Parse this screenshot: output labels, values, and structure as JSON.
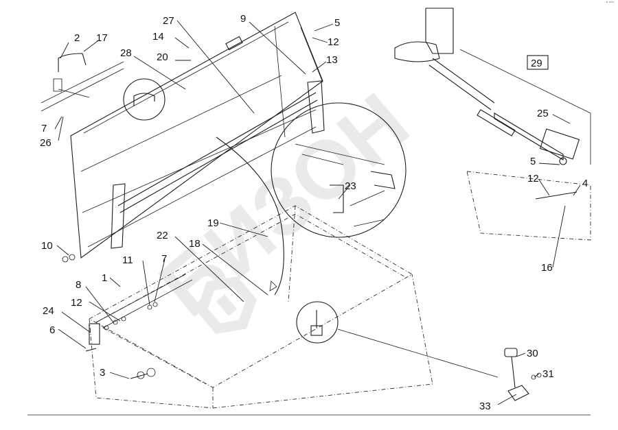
{
  "watermark": {
    "text": "БИЗОН",
    "color": "#d9d9d9"
  },
  "corner_mark": "ᵃᵗ ʷʷʷ",
  "ink_color": "#1a1a1a",
  "callouts": [
    {
      "id": "c2",
      "text": "2"
    },
    {
      "id": "c17",
      "text": "17"
    },
    {
      "id": "c28",
      "text": "28"
    },
    {
      "id": "c14",
      "text": "14"
    },
    {
      "id": "c20",
      "text": "20"
    },
    {
      "id": "c27",
      "text": "27"
    },
    {
      "id": "c9",
      "text": "9"
    },
    {
      "id": "c5a",
      "text": "5"
    },
    {
      "id": "c12a",
      "text": "12"
    },
    {
      "id": "c13",
      "text": "13"
    },
    {
      "id": "c7a",
      "text": "7"
    },
    {
      "id": "c26",
      "text": "26"
    },
    {
      "id": "c29",
      "text": "29"
    },
    {
      "id": "c25",
      "text": "25"
    },
    {
      "id": "c5b",
      "text": "5"
    },
    {
      "id": "c12b",
      "text": "12"
    },
    {
      "id": "c4",
      "text": "4"
    },
    {
      "id": "c16",
      "text": "16"
    },
    {
      "id": "c23",
      "text": "23"
    },
    {
      "id": "c19",
      "text": "19"
    },
    {
      "id": "c22",
      "text": "22"
    },
    {
      "id": "c18",
      "text": "18"
    },
    {
      "id": "c10",
      "text": "10"
    },
    {
      "id": "c11",
      "text": "11"
    },
    {
      "id": "c7b",
      "text": "7"
    },
    {
      "id": "c1",
      "text": "1"
    },
    {
      "id": "c8",
      "text": "8"
    },
    {
      "id": "c12c",
      "text": "12"
    },
    {
      "id": "c24",
      "text": "24"
    },
    {
      "id": "c6",
      "text": "6"
    },
    {
      "id": "c3",
      "text": "3"
    },
    {
      "id": "c30",
      "text": "30"
    },
    {
      "id": "c31",
      "text": "31"
    },
    {
      "id": "c33",
      "text": "33"
    }
  ]
}
